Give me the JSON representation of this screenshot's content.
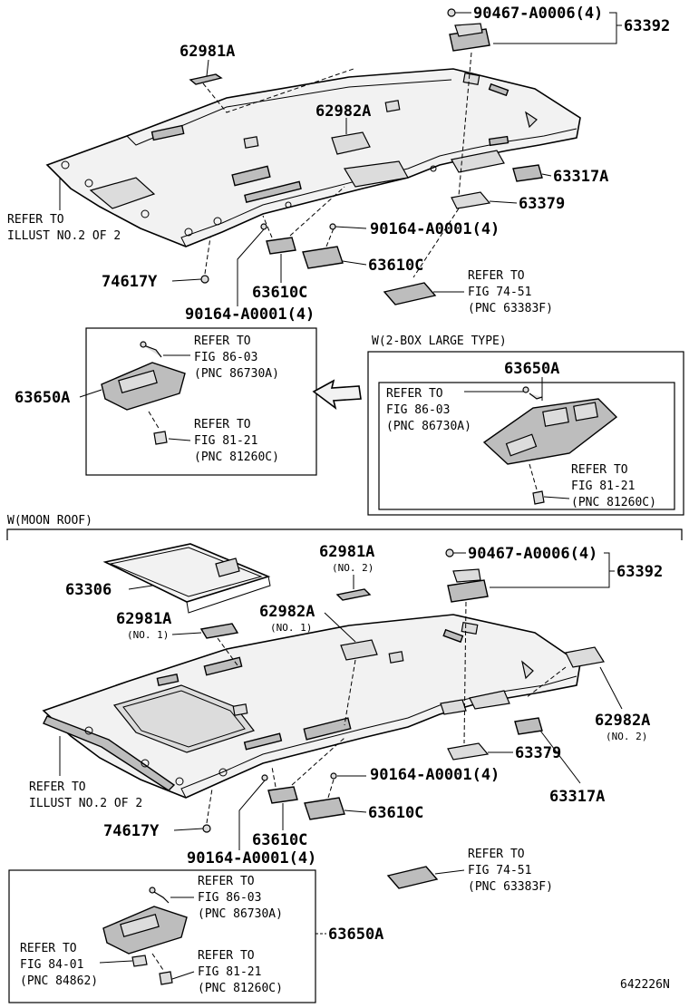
{
  "diagram_code": "642226N",
  "top_section": {
    "labels": {
      "p62981A": "62981A",
      "p62982A": "62982A",
      "p90467": "90467-A0006(4)",
      "p63392": "63392",
      "p63317A": "63317A",
      "p63379": "63379",
      "p90164_right": "90164-A0001(4)",
      "p63610C_right": "63610C",
      "p63610C_left": "63610C",
      "p90164_left": "90164-A0001(4)",
      "p74617Y": "74617Y",
      "refer_illust_1": "REFER TO",
      "refer_illust_2": "ILLUST NO.2 OF 2",
      "refer_fig74_1": "REFER TO",
      "refer_fig74_2": "FIG 74-51",
      "refer_fig74_3": "(PNC 63383F)"
    },
    "inset_left": {
      "part_label": "63650A",
      "refer_a_1": "REFER TO",
      "refer_a_2": "FIG 86-03",
      "refer_a_3": "(PNC 86730A)",
      "refer_b_1": "REFER TO",
      "refer_b_2": "FIG 81-21",
      "refer_b_3": "(PNC 81260C)"
    },
    "inset_right": {
      "caption": "W(2-BOX LARGE TYPE)",
      "part_label": "63650A",
      "refer_a_1": "REFER TO",
      "refer_a_2": "FIG 86-03",
      "refer_a_3": "(PNC 86730A)",
      "refer_b_1": "REFER TO",
      "refer_b_2": "FIG 81-21",
      "refer_b_3": "(PNC 81260C)"
    }
  },
  "bottom_section": {
    "caption": "W(MOON ROOF)",
    "labels": {
      "p63306": "63306",
      "p62981A_no2": "62981A",
      "no2_a": "(NO. 2)",
      "p62981A_no1": "62981A",
      "no1_a": "(NO. 1)",
      "p62982A_no1": "62982A",
      "no1_b": "(NO. 1)",
      "p90467": "90467-A0006(4)",
      "p63392": "63392",
      "p62982A_no2": "62982A",
      "no2_b": "(NO. 2)",
      "p63379": "63379",
      "p63317A": "63317A",
      "p90164_right": "90164-A0001(4)",
      "p63610C_right": "63610C",
      "p63610C_left": "63610C",
      "p90164_left": "90164-A0001(4)",
      "p74617Y": "74617Y",
      "refer_illust_1": "REFER TO",
      "refer_illust_2": "ILLUST NO.2 OF 2",
      "refer_fig74_1": "REFER TO",
      "refer_fig74_2": "FIG 74-51",
      "refer_fig74_3": "(PNC 63383F)"
    },
    "inset": {
      "part_label": "63650A",
      "refer_a_1": "REFER TO",
      "refer_a_2": "FIG 86-03",
      "refer_a_3": "(PNC 86730A)",
      "refer_b_1": "REFER TO",
      "refer_b_2": "FIG 84-01",
      "refer_b_3": "(PNC 84862)",
      "refer_c_1": "REFER TO",
      "refer_c_2": "FIG 81-21",
      "refer_c_3": "(PNC 81260C)"
    }
  }
}
